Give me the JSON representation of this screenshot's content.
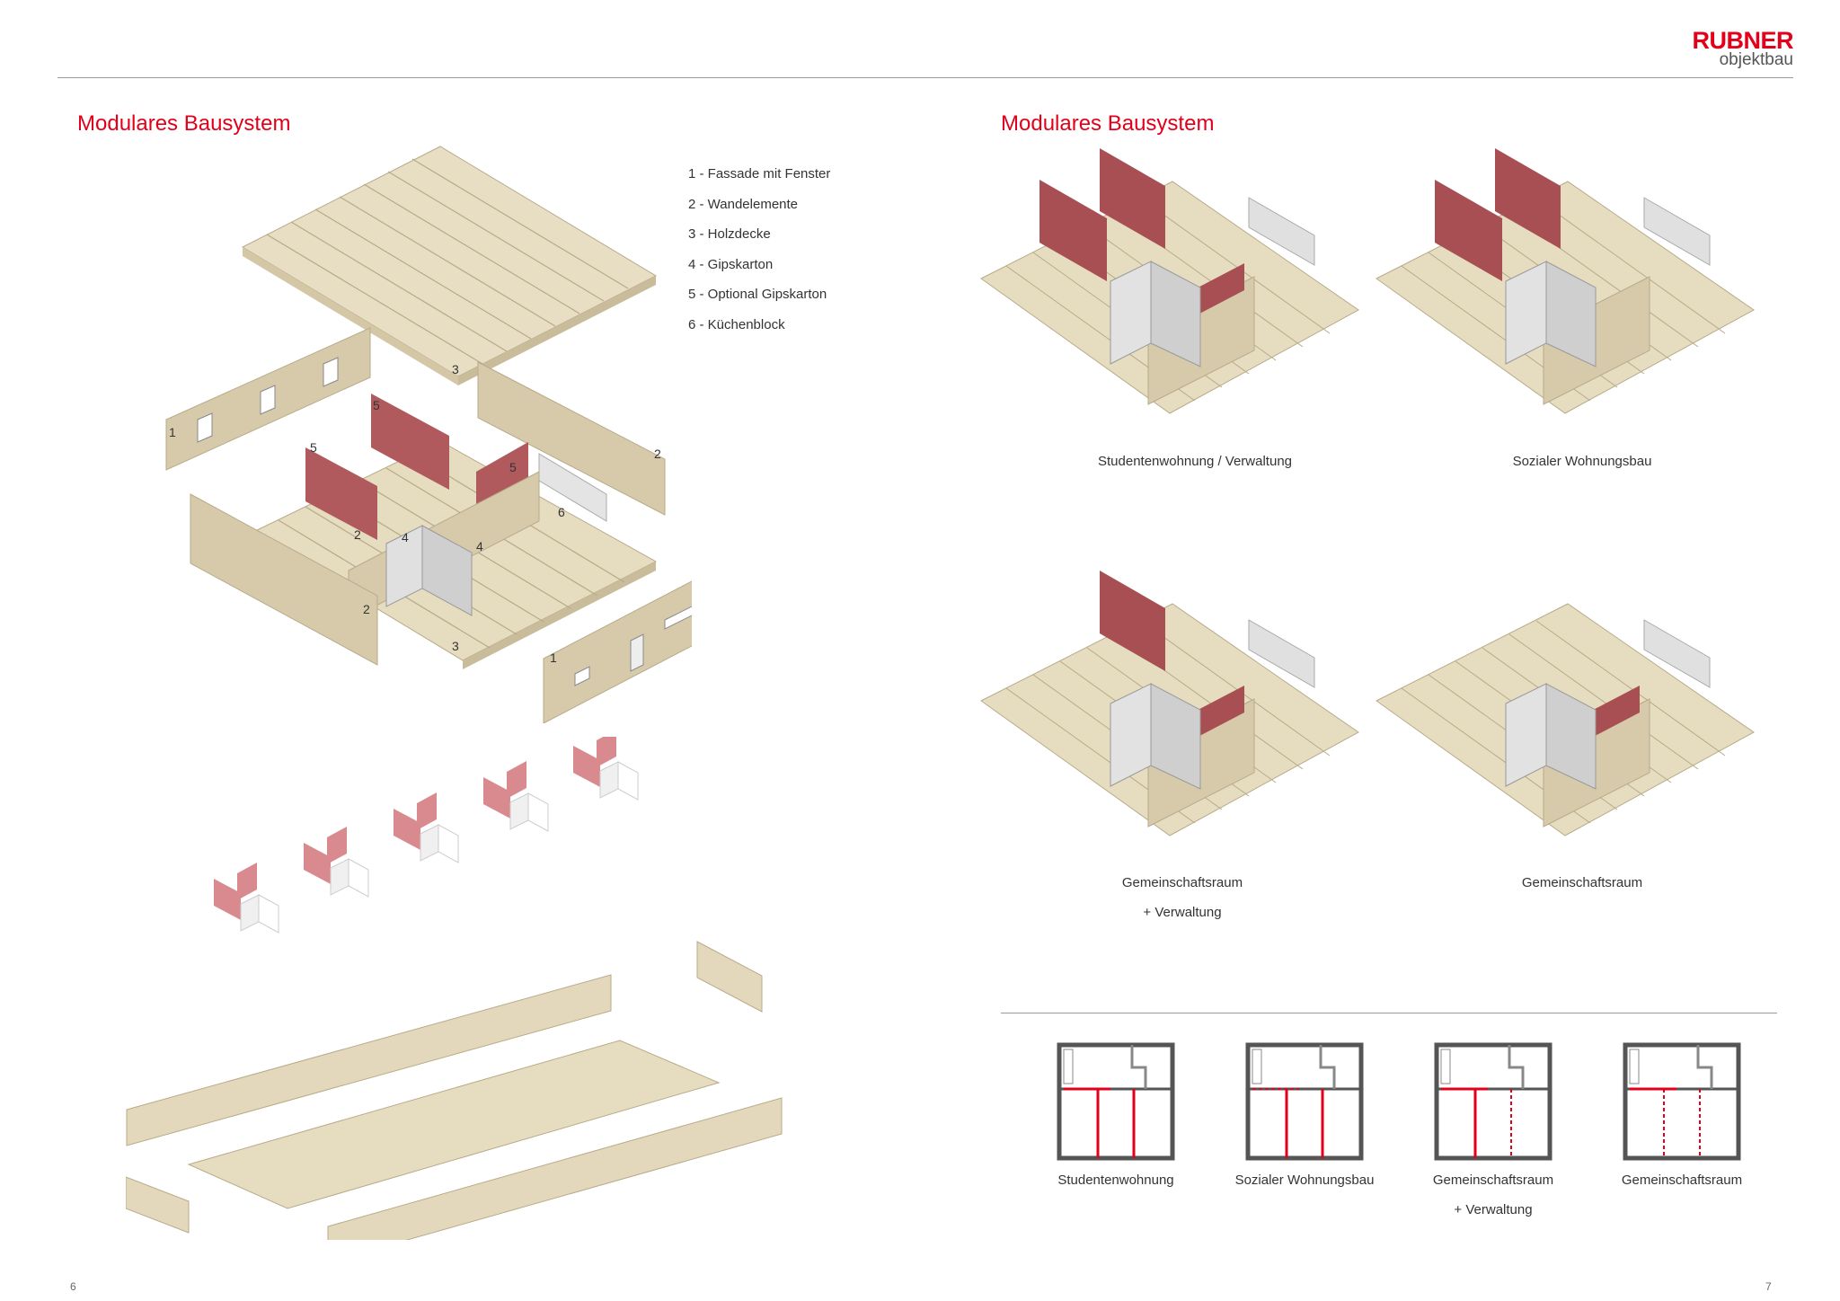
{
  "header": {
    "brand": "RUBNER",
    "brand_sub": "objektbau"
  },
  "left_page": {
    "title": "Modulares Bausystem",
    "legend": [
      "1 - Fassade mit Fenster",
      "2 - Wandelemente",
      "3 - Holzdecke",
      "4 - Gipskarton",
      "5 - Optional Gipskarton",
      "6 - Küchenblock"
    ],
    "diagram_labels": [
      "1",
      "2",
      "3",
      "4",
      "5",
      "6"
    ],
    "page_number": "6"
  },
  "right_page": {
    "title": "Modulares Bausystem",
    "variants": [
      {
        "caption": "Studentenwohnung / Verwaltung",
        "caption2": ""
      },
      {
        "caption": "Sozialer Wohnungsbau",
        "caption2": ""
      },
      {
        "caption": "Gemeinschaftsraum",
        "caption2": "+ Verwaltung"
      },
      {
        "caption": "Gemeinschaftsraum",
        "caption2": ""
      }
    ],
    "plans": [
      {
        "caption": "Studentenwohnung",
        "caption2": ""
      },
      {
        "caption": "Sozialer Wohnungsbau",
        "caption2": ""
      },
      {
        "caption": "Gemeinschaftsraum",
        "caption2": "+ Verwaltung"
      },
      {
        "caption": "Gemeinschaftsraum",
        "caption2": ""
      }
    ],
    "page_number": "7"
  },
  "colors": {
    "brand_red": "#e2001a",
    "wood_floor": "#e6dcc0",
    "wall_wood": "#d8ccae",
    "gypsum_red": "#b05a5e",
    "gypsum_white": "#d8d8d8"
  }
}
